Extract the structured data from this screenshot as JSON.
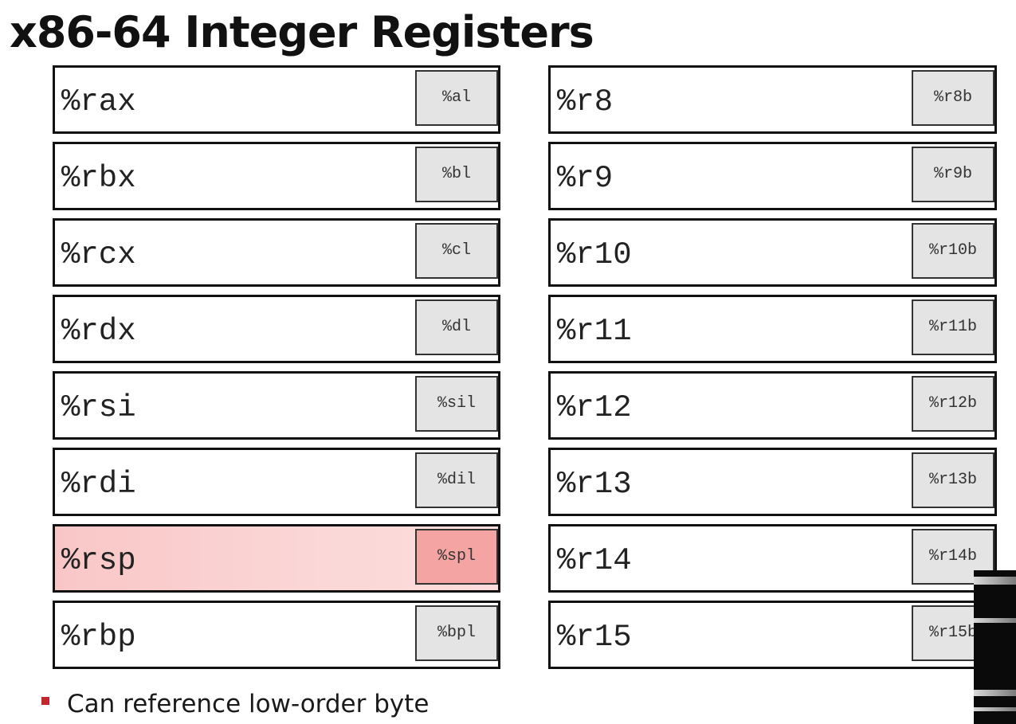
{
  "title": "x86-64 Integer Registers",
  "left_registers": [
    {
      "name": "%rax",
      "low_byte": "%al"
    },
    {
      "name": "%rbx",
      "low_byte": "%bl"
    },
    {
      "name": "%rcx",
      "low_byte": "%cl"
    },
    {
      "name": "%rdx",
      "low_byte": "%dl"
    },
    {
      "name": "%rsi",
      "low_byte": "%sil"
    },
    {
      "name": "%rdi",
      "low_byte": "%dil"
    },
    {
      "name": "%rsp",
      "low_byte": "%spl"
    },
    {
      "name": "%rbp",
      "low_byte": "%bpl"
    }
  ],
  "right_registers": [
    {
      "name": "%r8",
      "low_byte": "%r8b"
    },
    {
      "name": "%r9",
      "low_byte": "%r9b"
    },
    {
      "name": "%r10",
      "low_byte": "%r10b"
    },
    {
      "name": "%r11",
      "low_byte": "%r11b"
    },
    {
      "name": "%r12",
      "low_byte": "%r12b"
    },
    {
      "name": "%r13",
      "low_byte": "%r13b"
    },
    {
      "name": "%r14",
      "low_byte": "%r14b"
    },
    {
      "name": "%r15",
      "low_byte": "%r15b"
    }
  ],
  "highlighted_register": "%rsp",
  "highlight_color": "#f9c6c6",
  "note": "Can reference low-order byte",
  "bullet_color": "#c0282d"
}
